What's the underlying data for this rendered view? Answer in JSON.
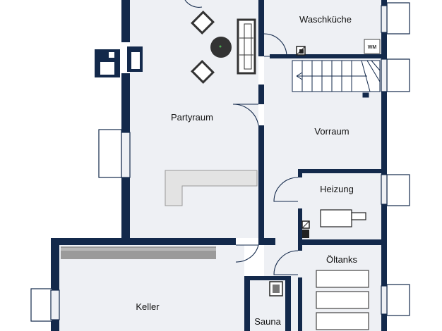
{
  "rooms": {
    "waschkueche": "Waschküche",
    "partyraum": "Partyraum",
    "vorraum": "Vorraum",
    "heizung": "Heizung",
    "oeltanks": "Öltanks",
    "keller": "Keller",
    "sauna": "Sauna"
  },
  "appliances": {
    "washing_machine": "WM"
  },
  "colors": {
    "wall": "#13294b",
    "floor": "#eef0f4",
    "furniture": "#e3e3e3",
    "furniture_dark": "#333333",
    "shelf": "#9a9a9a",
    "window": "#ffffff"
  }
}
